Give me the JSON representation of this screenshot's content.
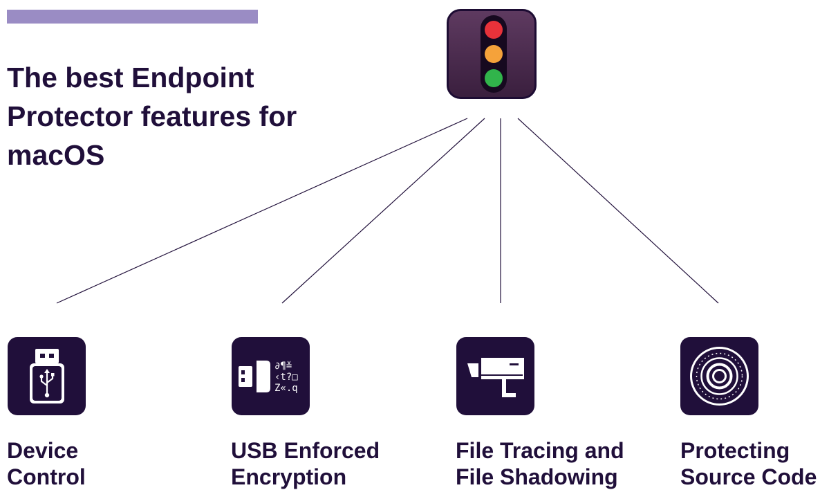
{
  "title": "The best Endpoint Protector features for macOS",
  "colors": {
    "accent_bar": "#9a8cc4",
    "text": "#200f3a",
    "icon_background": "#200f3a",
    "hub_background": "#4a2a4e",
    "light_red": "#e8323a",
    "light_amber": "#f5a23a",
    "light_green": "#31b44b"
  },
  "hub": {
    "icon": "traffic-light-icon",
    "lights": [
      "red",
      "amber",
      "green"
    ]
  },
  "features": [
    {
      "label": "Device\nControl",
      "icon": "usb-drive-icon"
    },
    {
      "label": "USB Enforced\nEncryption",
      "icon": "encrypted-usb-icon"
    },
    {
      "label": "File Tracing and\nFile Shadowing",
      "icon": "surveillance-camera-icon"
    },
    {
      "label": "Protecting\nSource Code",
      "icon": "vault-dial-icon"
    }
  ]
}
